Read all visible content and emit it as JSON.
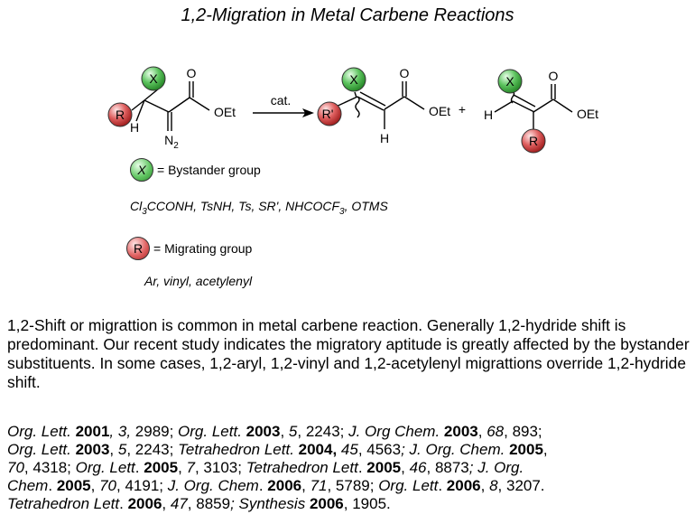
{
  "title": "1,2-Migration in Metal Carbene Reactions",
  "scheme": {
    "reactant": {
      "x_label": "X",
      "r_label": "R",
      "h_label": "H",
      "o_label": "O",
      "oet_label": "OEt",
      "n2_label": "N",
      "n2_sub": "2"
    },
    "arrow_label": "cat.",
    "product1": {
      "x_label": "X",
      "r_label": "R",
      "r_prime": "'",
      "h_label": "H",
      "o_label": "O",
      "oet_label": "OEt"
    },
    "plus": "+",
    "product2": {
      "x_label": "X",
      "h_label": "H",
      "r_label": "R",
      "o_label": "O",
      "oet_label": "OEt"
    }
  },
  "legend": {
    "bystander": {
      "symbol": "X",
      "label": "= Bystander group"
    },
    "bystander_examples": {
      "p1": "Cl",
      "p2": "3",
      "p3": "CCONH, TsNH,  Ts, SR', NHCOCF",
      "p4": "3",
      "p5": ", OTMS"
    },
    "migrating": {
      "symbol": "R",
      "label": "=  Migrating group"
    },
    "migrating_examples": "Ar, vinyl, acetylenyl"
  },
  "paragraph": "1,2-Shift or migrattion is common in metal carbene reaction. Generally 1,2-hydride shift is predominant. Our recent study indicates the migratory aptitude is greatly affected by the bystander substituents. In some cases, 1,2-aryl, 1,2-vinyl and 1,2-acetylenyl migrattions override 1,2-hydride shift.",
  "references": [
    [
      [
        "it",
        "Org. Lett. "
      ],
      [
        "b",
        "2001"
      ],
      [
        "it",
        ", 3, "
      ],
      [
        "n",
        "2989; "
      ],
      [
        "it",
        "Org. Lett. "
      ],
      [
        "b",
        "2003"
      ],
      [
        "n",
        ", "
      ],
      [
        "it",
        "5"
      ],
      [
        "n",
        ", 2243; "
      ],
      [
        "it",
        "J. Org Chem. "
      ],
      [
        "b",
        "2003"
      ],
      [
        "n",
        ", "
      ],
      [
        "it",
        "68"
      ],
      [
        "n",
        ", 893;"
      ]
    ],
    [
      [
        "it",
        "Org. Lett. "
      ],
      [
        "b",
        "2003"
      ],
      [
        "n",
        ", "
      ],
      [
        "it",
        "5"
      ],
      [
        "n",
        ", 2243; "
      ],
      [
        "it",
        "Tetrahedron Lett. "
      ],
      [
        "b",
        "2004, "
      ],
      [
        "it",
        "45"
      ],
      [
        "n",
        ", 4563"
      ],
      [
        "it",
        "; J. Org. Chem. "
      ],
      [
        "b",
        "2005"
      ],
      [
        "n",
        ","
      ]
    ],
    [
      [
        "it",
        "70"
      ],
      [
        "n",
        ", 4318; "
      ],
      [
        "it",
        "Org. Lett"
      ],
      [
        "n",
        ". "
      ],
      [
        "b",
        "2005"
      ],
      [
        "n",
        ", "
      ],
      [
        "it",
        "7"
      ],
      [
        "n",
        ", 3103;  "
      ],
      [
        "it",
        "Tetrahedron Lett"
      ],
      [
        "n",
        ". "
      ],
      [
        "b",
        "2005"
      ],
      [
        "n",
        ", "
      ],
      [
        "it",
        "46"
      ],
      [
        "n",
        ", 8873"
      ],
      [
        "it",
        "; J. Org."
      ]
    ],
    [
      [
        "it",
        "Chem"
      ],
      [
        "n",
        ". "
      ],
      [
        "b",
        "2005"
      ],
      [
        "n",
        ", "
      ],
      [
        "it",
        "70"
      ],
      [
        "n",
        ", 4191;  "
      ],
      [
        "it",
        "J. Org. Chem"
      ],
      [
        "n",
        ". "
      ],
      [
        "b",
        "2006"
      ],
      [
        "n",
        ", "
      ],
      [
        "it",
        "71"
      ],
      [
        "n",
        ", 5789;  "
      ],
      [
        "it",
        "Org. Lett"
      ],
      [
        "n",
        ". "
      ],
      [
        "b",
        "2006"
      ],
      [
        "n",
        ", "
      ],
      [
        "it",
        "8"
      ],
      [
        "n",
        ", 3207."
      ]
    ],
    [
      [
        "it",
        "Tetrahedron Lett"
      ],
      [
        "n",
        ". "
      ],
      [
        "b",
        "2006"
      ],
      [
        "n",
        ", "
      ],
      [
        "it",
        "47"
      ],
      [
        "n",
        ", 8859"
      ],
      [
        "it",
        "; Synthesis "
      ],
      [
        "b",
        "2006"
      ],
      [
        "n",
        ", 1905."
      ]
    ]
  ]
}
